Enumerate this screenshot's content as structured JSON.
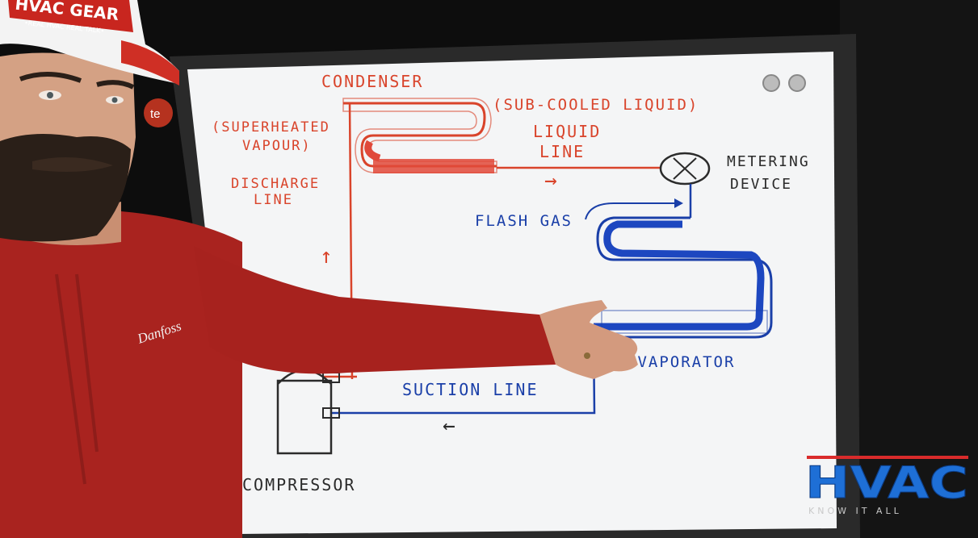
{
  "cap": {
    "line1": "HVAC GEAR",
    "line2": "•REAL HVAC REAL TALK•"
  },
  "shirt": {
    "brand": "Danfoss"
  },
  "background_badge": "te",
  "diagram": {
    "condenser": "CONDENSER",
    "superheated_1": "(SUPERHEATED",
    "superheated_2": "VAPOUR)",
    "subcooled": "(SUB-COOLED LIQUID)",
    "liquid_line_1": "LIQUID",
    "liquid_line_2": "LINE",
    "discharge_1": "DISCHARGE",
    "discharge_2": "LINE",
    "metering_1": "METERING",
    "metering_2": "DEVICE",
    "flash_gas": "FLASH GAS",
    "evaporator": "EVAPORATOR",
    "suction_line": "SUCTION LINE",
    "compressor": "COMPRESSOR",
    "arrow_right": "→",
    "arrow_up": "↑",
    "arrow_left": "←"
  },
  "logo": {
    "wordmark": "HVAC",
    "tagline": "KNOW IT ALL"
  },
  "colors": {
    "red_marker": "#d9442b",
    "blue_marker": "#1a3fa8",
    "board": "#f4f5f6",
    "frame": "#2a2a2a",
    "hoodie": "#a9231f",
    "logo_blue": "#1e6fd6"
  }
}
